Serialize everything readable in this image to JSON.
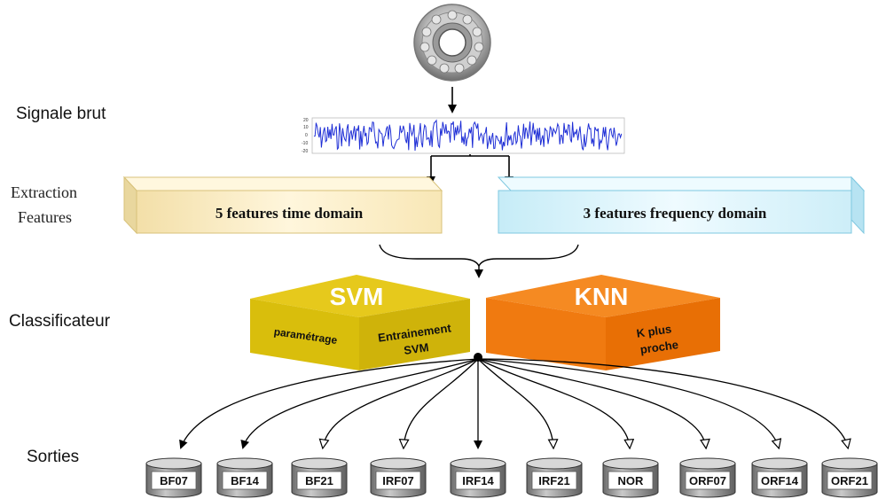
{
  "labels": {
    "signal": "Signale brut",
    "extraction_line1": "Extraction",
    "extraction_line2": "Features",
    "classifier": "Classificateur",
    "outputs": "Sorties"
  },
  "features": {
    "time_domain": "5 features time domain",
    "frequency_domain": "3 features frequency domain"
  },
  "svm": {
    "title": "SVM",
    "left_face": "paramétrage",
    "right_face_line1": "Entrainement",
    "right_face_line2": "SVM"
  },
  "knn": {
    "title": "KNN",
    "face_line1": "K plus",
    "face_line2": "proche"
  },
  "signal_ticks": [
    "20",
    "10",
    "0",
    "-10",
    "-20"
  ],
  "outputs": [
    "BF07",
    "BF14",
    "BF21",
    "IRF07",
    "IRF14",
    "IRF21",
    "NOR",
    "ORF07",
    "ORF14",
    "ORF21"
  ],
  "colors": {
    "signal": "#1f2fd6",
    "time_box": "#fbe9c0",
    "time_box_border": "#d8c27a",
    "freq_box": "#d8f3fb",
    "freq_box_border": "#7fc8e0",
    "svm": "#d9be0c",
    "knn": "#f07a10",
    "cylinder": "#8a8a8a"
  }
}
